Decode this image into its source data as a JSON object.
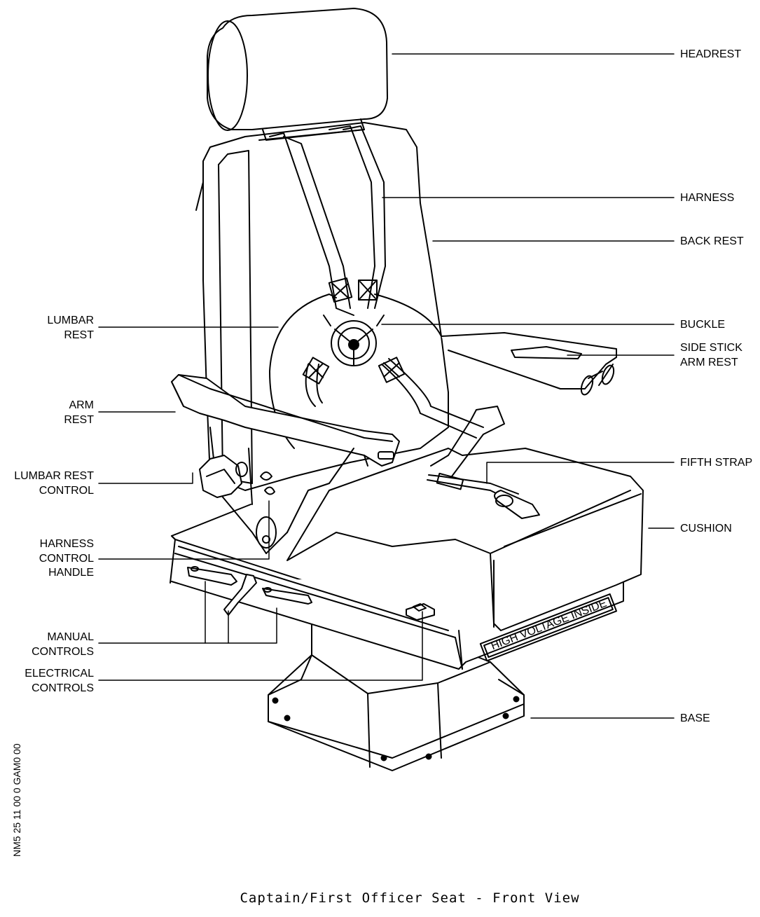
{
  "labels": {
    "headrest": "HEADREST",
    "harness": "HARNESS",
    "back_rest": "BACK REST",
    "buckle": "BUCKLE",
    "side_stick_arm_rest": [
      "SIDE STICK",
      "ARM REST"
    ],
    "fifth_strap": "FIFTH STRAP",
    "cushion": "CUSHION",
    "base": "BASE",
    "lumbar_rest": [
      "LUMBAR",
      "REST"
    ],
    "arm_rest": [
      "ARM",
      "REST"
    ],
    "lumbar_rest_control": [
      "LUMBAR REST",
      "CONTROL"
    ],
    "harness_control_handle": [
      "HARNESS",
      "CONTROL",
      "HANDLE"
    ],
    "manual_controls": [
      "MANUAL",
      "CONTROLS"
    ],
    "electrical_controls": [
      "ELECTRICAL",
      "CONTROLS"
    ]
  },
  "placard": "HIGH VOLTAGE INSIDE",
  "caption": "Captain/First Officer Seat - Front View",
  "doc_ref": "NM5 25 11 00 0 GAM0 00"
}
